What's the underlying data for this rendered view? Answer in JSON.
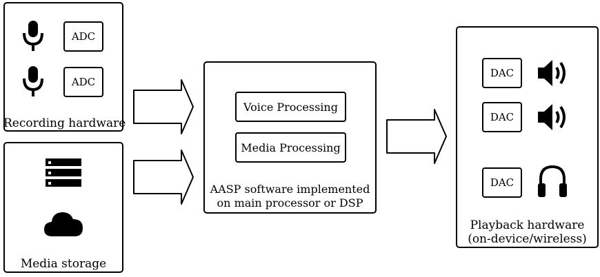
{
  "recording": {
    "label": "Recording hardware",
    "converters": [
      "ADC",
      "ADC"
    ]
  },
  "storage": {
    "label": "Media storage"
  },
  "aasp": {
    "blocks": [
      "Voice Processing",
      "Media Processing"
    ],
    "caption_line1": "AASP software implemented",
    "caption_line2": "on main processor or DSP"
  },
  "playback": {
    "converters": [
      "DAC",
      "DAC",
      "DAC"
    ],
    "label_line1": "Playback hardware",
    "label_line2": "(on-device/wireless)"
  },
  "icons": {
    "microphone": "microphone-icon",
    "server": "server-icon",
    "cloud": "cloud-icon",
    "speaker": "speaker-icon",
    "headphones": "headphones-icon"
  }
}
